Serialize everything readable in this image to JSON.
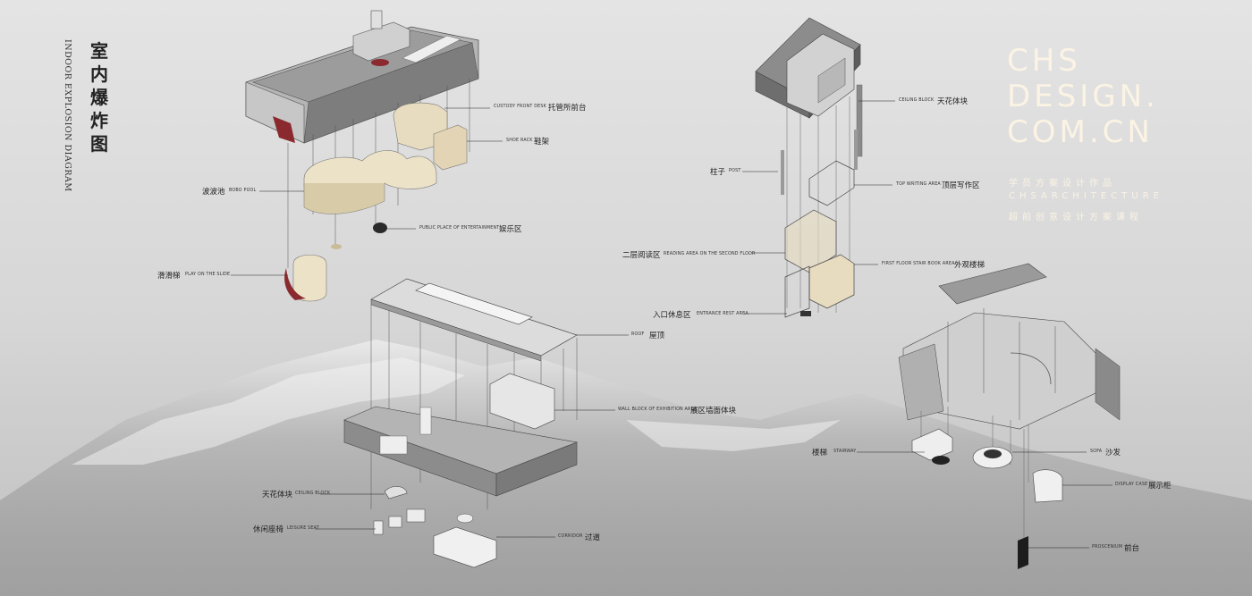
{
  "title": {
    "cn": "室内爆炸图",
    "en": "INDOOR EXPLOSION DIAGRAM"
  },
  "brand": {
    "line1": "CHS",
    "line2": "DESIGN.",
    "line3": "COM.CN",
    "sub1": "学员方案设计作品",
    "sub2": "CHSARCHITECTURE",
    "sub3": "超前创意设计方案课程"
  },
  "labels": {
    "custody_front_desk": {
      "en": "CUSTODY FRONT DESK",
      "cn": "托管所前台"
    },
    "shoe_rack": {
      "en": "SHOE RACK",
      "cn": "鞋架"
    },
    "bobo_pool": {
      "cn": "波波池",
      "en": "BOBO POOL"
    },
    "entertainment": {
      "en": "PUBLIC PLACE OF ENTERTAINMENT",
      "cn": "娱乐区"
    },
    "slide": {
      "cn": "滑滑梯",
      "en": "PLAY ON THE SLIDE"
    },
    "ceiling_block_right": {
      "en": "CEILING BLOCK",
      "cn": "天花体块"
    },
    "post": {
      "cn": "柱子",
      "en": "POST"
    },
    "top_writing": {
      "en": "TOP WRITING AREA",
      "cn": "顶层写作区"
    },
    "reading_area": {
      "cn": "二层阅读区",
      "en": "READING AREA ON THE SECOND FLOOR"
    },
    "stair_book": {
      "en": "FIRST FLOOR STAIR BOOK AREA",
      "cn": "外观楼梯"
    },
    "entrance_rest": {
      "cn": "入口休息区",
      "en": "ENTRANCE REST AREA"
    },
    "roof": {
      "en": "ROOF",
      "cn": "屋顶"
    },
    "wall_block": {
      "en": "WALL BLOCK OF EXHIBITION AREA",
      "cn": "展区墙面体块"
    },
    "ceiling_block_mid": {
      "cn": "天花体块",
      "en": "CEILING BLOCK"
    },
    "leisure_seat": {
      "cn": "休闲座椅",
      "en": "LEISURE SEAT"
    },
    "corridor": {
      "en": "CORRIDOR",
      "cn": "过道"
    },
    "stairway": {
      "cn": "楼梯",
      "en": "STAIRWAY"
    },
    "sofa": {
      "en": "SOFA",
      "cn": "沙发"
    },
    "display_case": {
      "en": "DISPLAY CASE",
      "cn": "展示柜"
    },
    "proscenium": {
      "en": "PROSCENIUM",
      "cn": "前台"
    }
  },
  "colors": {
    "background": "#dcdcdc",
    "brand_text": "#fbf3e4",
    "cream_furniture": "#e8dcc0",
    "red_accent": "#8a2a2e",
    "building_grey": "#9a9a9a"
  }
}
